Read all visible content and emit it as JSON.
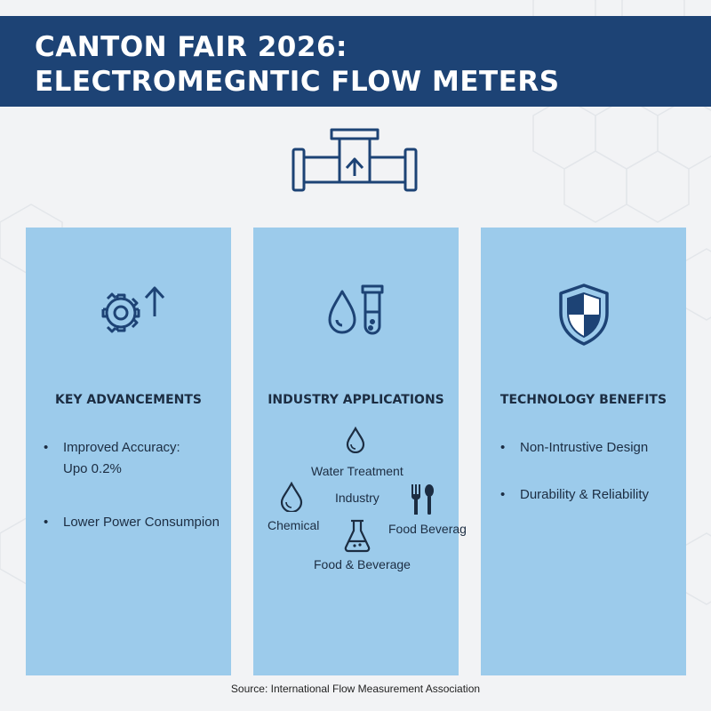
{
  "header": {
    "title_line1": "CANTON FAIR 2026:",
    "title_line2": "ELECTROMEGNTIC FLOW METERS"
  },
  "hero": {
    "icon": "pipe-flow-meter-icon"
  },
  "columns": [
    {
      "icon": "gear-arrow-up-icon",
      "heading": "KEY ADVANCEMENTS",
      "bullets": [
        {
          "line1": "Improved Accuracy:",
          "line2": "Upo 0.2%"
        },
        {
          "line1": "Lower Power Consumpion"
        }
      ]
    },
    {
      "icon": "drop-test-tube-icon",
      "heading": "INDUSTRY APPLICATIONS",
      "applications": {
        "water_treatment": "Water Treatment",
        "industry": "Industry",
        "chemical": "Chemical",
        "food_beverage_short": "Food Beverag",
        "food_beverage": "Food & Beverage"
      }
    },
    {
      "icon": "shield-icon",
      "heading": "TECHNOLOGY BENEFITS",
      "bullets": [
        {
          "line1": "Non-Intrustive Design"
        },
        {
          "line1": "Durability & Reliability"
        }
      ]
    }
  ],
  "bullet_char": "•",
  "source": "Source: International Flow Measurement Association",
  "colors": {
    "header_bg": "#1d4375",
    "column_bg": "#9ccbeb",
    "icon_stroke": "#1d4375",
    "background": "#f2f3f5"
  }
}
